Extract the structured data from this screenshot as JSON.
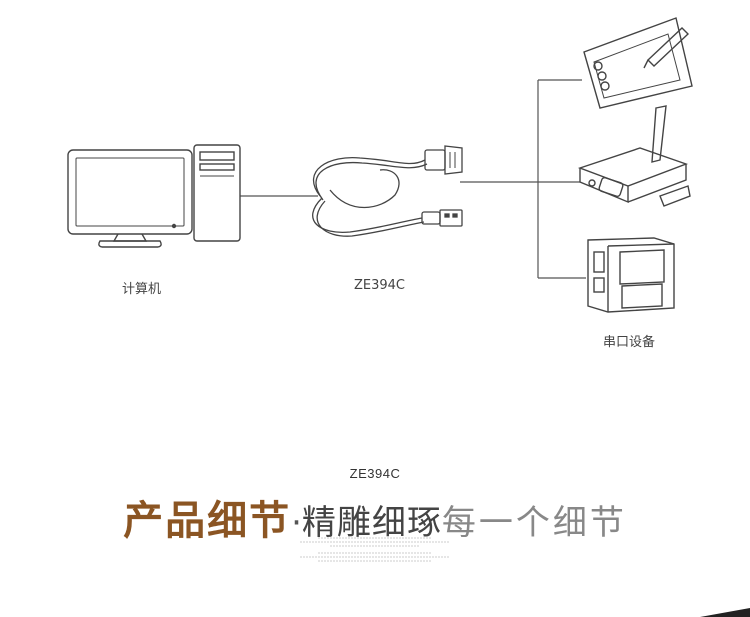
{
  "labels": {
    "computer": "计算机",
    "cable": "ZE394C",
    "serial_device": "串口设备"
  },
  "product": {
    "model": "ZE394C",
    "headline_bold": "产品细节",
    "headline_dot": "·",
    "headline_mid": "精雕细琢",
    "headline_light": "每一个细节"
  },
  "colors": {
    "headline_accent": "#8b5523",
    "line": "#555555"
  }
}
